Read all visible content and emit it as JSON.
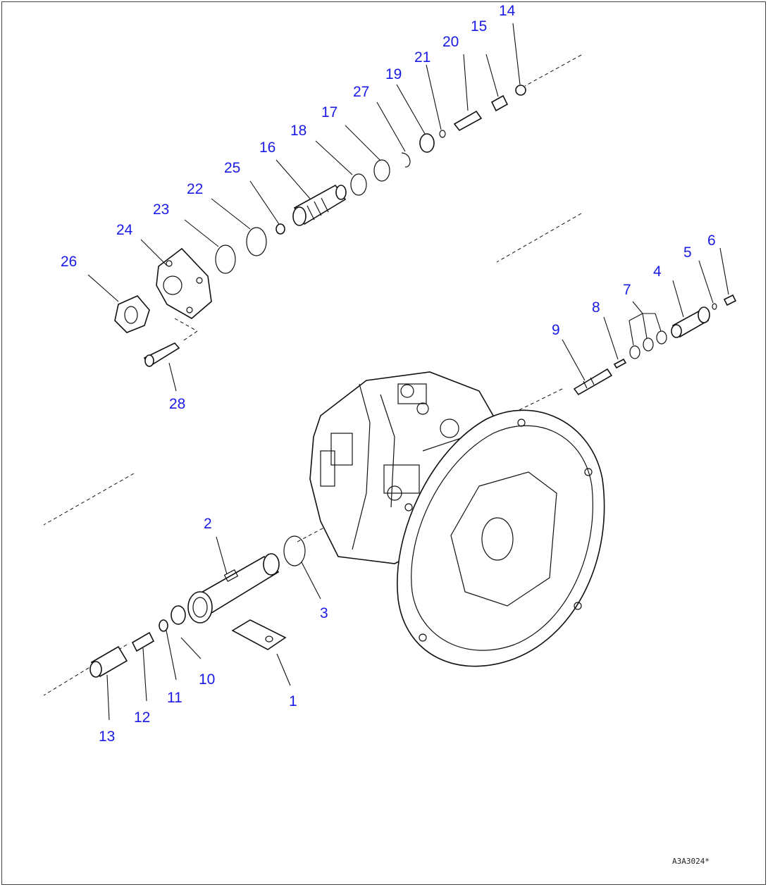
{
  "drawing_code": "A3A3024*",
  "colors": {
    "label": "#1a1ae6",
    "line": "#111111"
  },
  "labels": {
    "p1": "1",
    "p2": "2",
    "p3": "3",
    "p4": "4",
    "p5": "5",
    "p6": "6",
    "p7": "7",
    "p8": "8",
    "p9": "9",
    "p10": "10",
    "p11": "11",
    "p12": "12",
    "p13": "13",
    "p14": "14",
    "p15": "15",
    "p16": "16",
    "p17": "17",
    "p18": "18",
    "p19": "19",
    "p20": "20",
    "p21": "21",
    "p22": "22",
    "p23": "23",
    "p24": "24",
    "p25": "25",
    "p26": "26",
    "p27": "27",
    "p28": "28"
  }
}
